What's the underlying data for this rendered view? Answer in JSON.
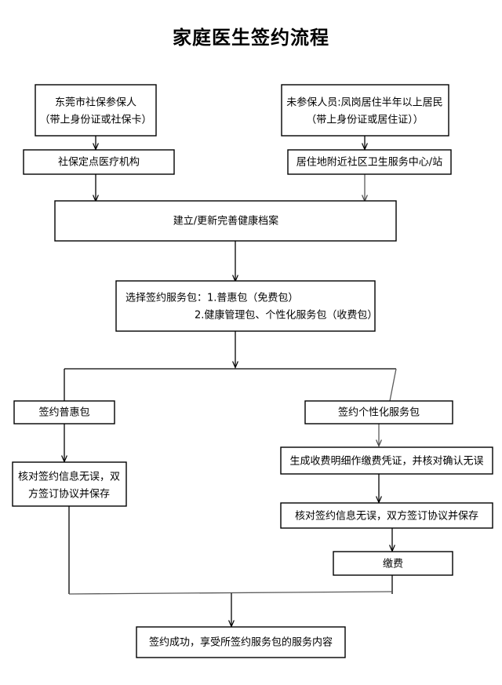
{
  "title": "家庭医生签约流程",
  "diagram": {
    "type": "flowchart",
    "orientation": "top-to-bottom",
    "nodes": [
      {
        "id": "insured-person",
        "lines": [
          "东莞市社保参保人",
          "（带上身份证或社保卡）"
        ]
      },
      {
        "id": "uninsured-person",
        "lines": [
          "未参保人员:凤岗居住半年以上居民",
          "（带上身份证或居住证））"
        ]
      },
      {
        "id": "designated-institution",
        "lines": [
          "社保定点医疗机构"
        ]
      },
      {
        "id": "community-health-center",
        "lines": [
          "居住地附近社区卫生服务中心/站"
        ]
      },
      {
        "id": "health-record",
        "lines": [
          "建立/更新完善健康档案"
        ]
      },
      {
        "id": "choose-package",
        "lines": [
          "选择签约服务包：1.普惠包（免费包）",
          "2.健康管理包、个性化服务包（收费包）"
        ]
      },
      {
        "id": "sign-free-package",
        "lines": [
          "签约普惠包"
        ]
      },
      {
        "id": "sign-personalized-package",
        "lines": [
          "签约个性化服务包"
        ]
      },
      {
        "id": "verify-sign-left",
        "lines": [
          "核对签约信息无误，双",
          "方签订协议并保存"
        ]
      },
      {
        "id": "generate-invoice",
        "lines": [
          "生成收费明细作缴费凭证，并核对确认无误"
        ]
      },
      {
        "id": "verify-sign-right",
        "lines": [
          "核对签约信息无误，双方签订协议并保存"
        ]
      },
      {
        "id": "payment",
        "lines": [
          "缴费"
        ]
      },
      {
        "id": "success",
        "lines": [
          "签约成功，享受所签约服务包的服务内容"
        ]
      }
    ],
    "colors": {
      "stroke": "#000000",
      "fill": "#ffffff",
      "text": "#000000",
      "background": "#ffffff"
    }
  }
}
